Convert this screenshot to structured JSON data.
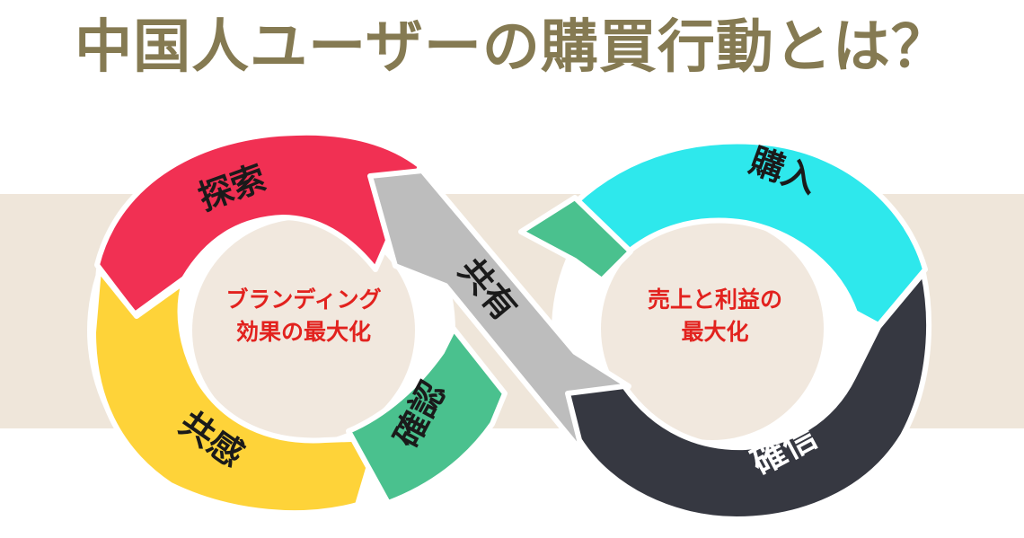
{
  "title": "中国人ユーザーの購買行動とは？",
  "colors": {
    "title": "#857a52",
    "band": "#efe6da",
    "circle_fill": "#f1e8de",
    "center_text": "#e2221e",
    "tansaku": "#f13053",
    "kyokan": "#fed339",
    "kakunin": "#4ac18e",
    "kyoyu": "#bdbdbd",
    "konyu": "#2ee8ec",
    "kakushin": "#363841",
    "label_dark": "#1a1a1a"
  },
  "segments": {
    "tansaku": "探索",
    "kyokan": "共感",
    "kakunin": "確認",
    "kyoyu": "共有",
    "konyu": "購入",
    "kakushin": "確信"
  },
  "left_center": {
    "line1": "ブランディング",
    "line2": "効果の最大化"
  },
  "right_center": {
    "line1": "売上と利益の",
    "line2": "最大化"
  }
}
